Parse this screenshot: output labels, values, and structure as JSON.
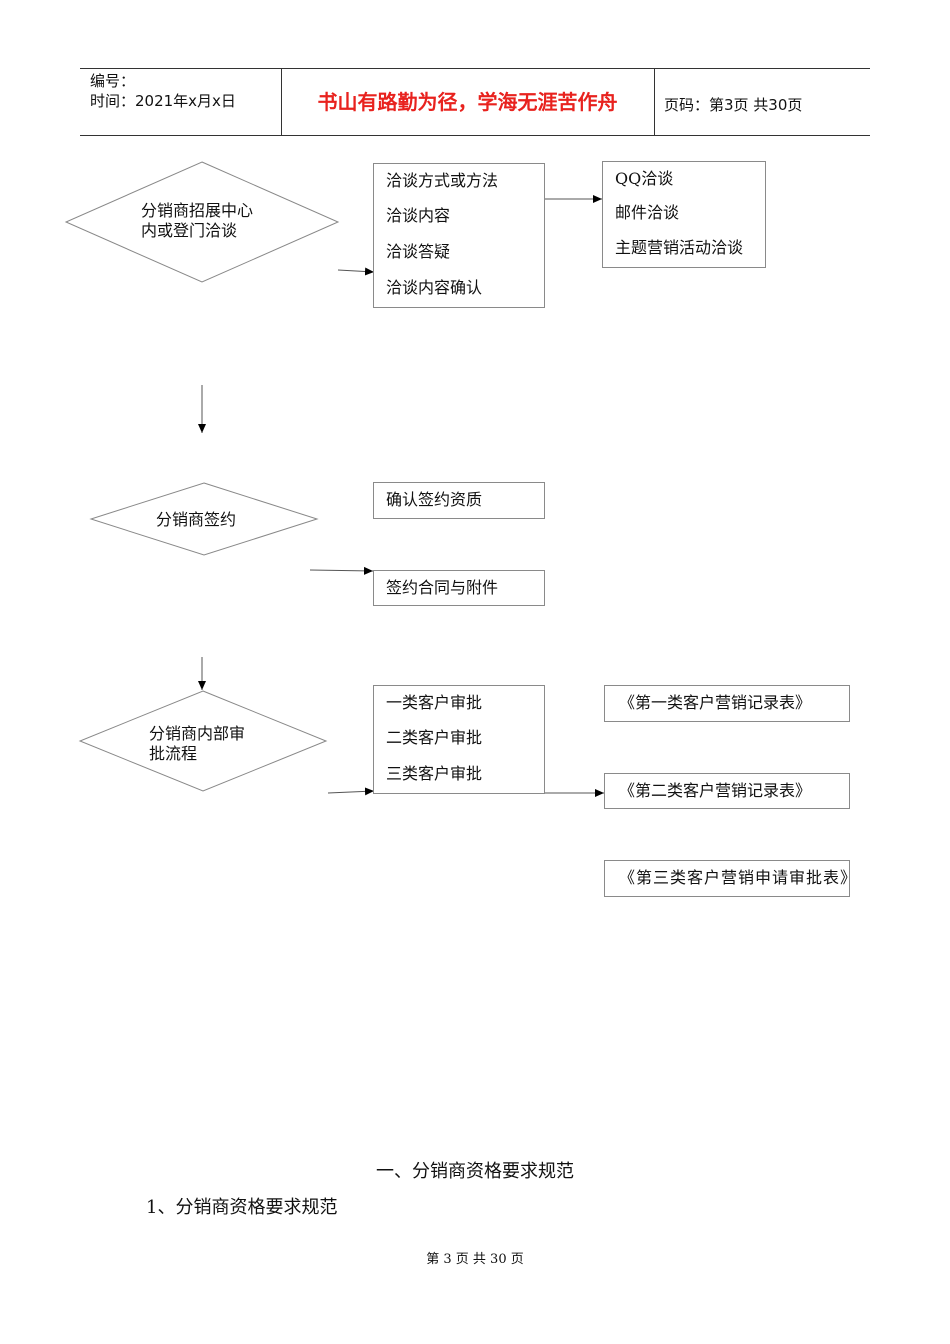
{
  "header": {
    "number_label": "编号：",
    "time_label": "时间：2021年x月x日",
    "motto": "书山有路勤为径，学海无涯苦作舟",
    "page_label": "页码：第3页  共30页"
  },
  "flow": {
    "step1": {
      "diamond": [
        "分销商招展中心",
        "内或登门洽谈"
      ],
      "items": [
        "洽谈方式或方法",
        "洽谈内容",
        "洽谈答疑",
        "洽谈内容确认"
      ],
      "methods": [
        "QQ洽谈",
        "邮件洽谈",
        "主题营销活动洽谈"
      ]
    },
    "step2": {
      "diamond": "分销商签约",
      "items": [
        "确认签约资质",
        "签约合同与附件"
      ]
    },
    "step3": {
      "diamond": [
        "分销商内部审",
        "批流程"
      ],
      "items": [
        "一类客户审批",
        "二类客户审批",
        "三类客户审批"
      ],
      "forms": [
        "《第一类客户营销记录表》",
        "《第二类客户营销记录表》",
        "《第三类客户营销申请审批表》"
      ]
    }
  },
  "section_title": "一、分销商资格要求规范",
  "sub_title": "1、分销商资格要求规范",
  "footer": "第 3 页 共 30 页"
}
